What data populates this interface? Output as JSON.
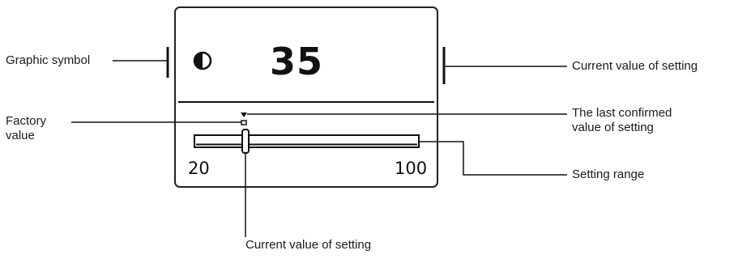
{
  "display": {
    "current_value": "35",
    "range_min": "20",
    "range_max": "100",
    "symbol_icon": "half-filled-circle-icon"
  },
  "setting": {
    "current": 35,
    "min": 20,
    "max": 100
  },
  "annotations": {
    "graphic_symbol": "Graphic symbol",
    "current_value_right": "Current value of setting",
    "factory_value_line1": "Factory",
    "factory_value_line2": "value",
    "last_confirmed_line1": "The last confirmed",
    "last_confirmed_line2": "value of setting",
    "setting_range": "Setting range",
    "current_value_bottom": "Current value of setting"
  },
  "colors": {
    "ink": "#1a1a1a",
    "panel_border": "#222222"
  }
}
